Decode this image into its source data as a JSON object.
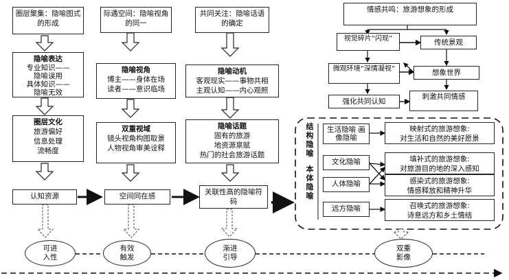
{
  "columns": {
    "c1": {
      "head": "圈层聚集：隐喻图式的形成",
      "box2_title": "隐喻表达",
      "box2_lines": [
        "专业知识——",
        "隐喻误用",
        "具体知识——",
        "隐喻无效"
      ],
      "box3_title": "圈层文化",
      "box3_lines": [
        "旅游偏好",
        "信息处理",
        "流畅度"
      ],
      "box4": "认知资源"
    },
    "c2": {
      "head": "际遇空间：隐喻视角的同一",
      "box2_title": "隐喻视角",
      "box2_lines": [
        "博主——身体在场",
        "读者——意识临场"
      ],
      "box3_title": "双重视域",
      "box3_lines": [
        "镜头视角构图取景",
        "人物视角审美诠释"
      ],
      "box4": "空间同在感"
    },
    "c3": {
      "head": "共同关注：隐喻话语的确定",
      "box2_title": "隐喻动机",
      "box2_lines": [
        "客观现实——事物共相",
        "主观认知——内心观照"
      ],
      "box3_title": "隐喻话题",
      "box3_lines": [
        "固有的旅游",
        "地资源禀赋",
        "热门的社会旅游话题"
      ],
      "box4": "关联性高的隐喻符码"
    },
    "c4": {
      "head": "情感共鸣：旅游想象的形成",
      "left_boxes": [
        "视觉碎片“闪现”",
        "微观环境“深情凝视”",
        "强化共同认知"
      ],
      "right_boxes": [
        "传统景观",
        "想象世界",
        "刺激共同情感"
      ],
      "structural_label": "结构隐喻",
      "ontological_label": "本体隐喻",
      "metaphor_types": [
        "生活隐喻 画像隐喻",
        "文化隐喻",
        "人体隐喻",
        "远方隐喻"
      ],
      "imagination_boxes": [
        [
          "映射式的旅游想象:",
          "对生活和自然的美好愿景"
        ],
        [
          "填补式的旅游想象:",
          "对旅游目的地的深入感知"
        ],
        [
          "感染式的旅游想象:",
          "情感释放和精神升华"
        ],
        [
          "召唤式的旅游想象:",
          "诗意远方和乡土情结"
        ]
      ]
    }
  },
  "ovals": [
    [
      "可进",
      "入性"
    ],
    [
      "有效",
      "触发"
    ],
    [
      "渐进",
      "引导"
    ],
    [
      "双重",
      "影像"
    ]
  ]
}
